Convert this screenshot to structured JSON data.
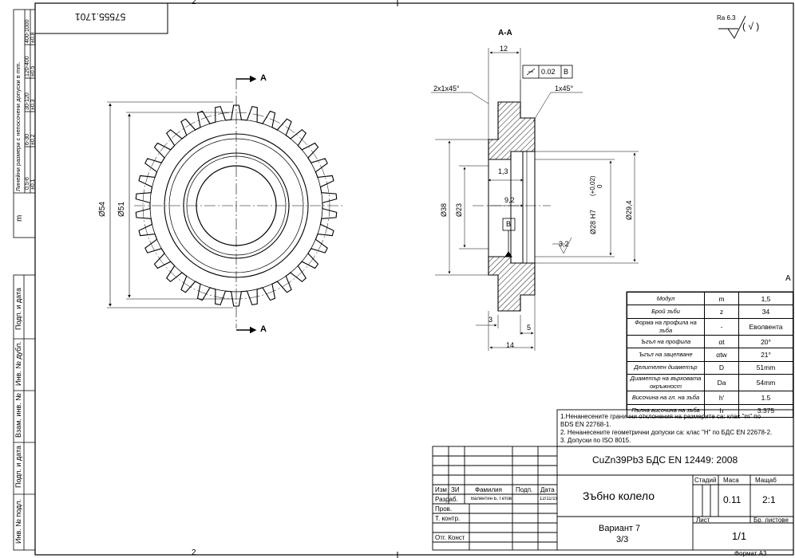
{
  "sheet": {
    "zone_marks": [
      "2",
      "2",
      "A"
    ],
    "format_label": "Формат А3",
    "doc_number": "57555.1701",
    "surface_finish": {
      "ra_label": "Ra 6.3",
      "paren": "( √ )"
    }
  },
  "left_strip": {
    "title": "Линейни размери с непосочени допуски в mm.",
    "class_letter": "m",
    "ranges": [
      "0,5-6",
      "6-30",
      "30-120",
      "120-400",
      "400-1000"
    ],
    "tolerances": [
      "±0,1",
      "±0,2",
      "±0,3",
      "±0,5",
      "±0,8"
    ],
    "labels": [
      "Подп. и дата",
      "Инв. № дубл.",
      "Взам. инв. №",
      "Подп. и дата",
      "Инв. № подл."
    ]
  },
  "front_view": {
    "section_letter_top": "A",
    "section_letter_bottom": "A",
    "dim_outer": "Ø54",
    "dim_pitch": "Ø51"
  },
  "section_view": {
    "title": "A-A",
    "dims": {
      "width_top": "12",
      "chamfer_left": "2x1x45°",
      "chamfer_right": "1x45°",
      "bore_step": "1,3",
      "offset": "9,2",
      "hub_dia": "Ø38",
      "inner_dia": "Ø23",
      "bore": "Ø28 H7",
      "bore_tol_upper": "(+0,02)",
      "bore_tol_lower": "0",
      "root_dia": "Ø29,4",
      "roughness": "3,2",
      "w3": "3",
      "w5": "5",
      "w14": "14"
    },
    "runout": {
      "value": "0.02",
      "datum": "B"
    },
    "datum_label": "B"
  },
  "gear_params": {
    "rows": [
      {
        "name": "Модул",
        "symbol": "m",
        "value": "1,5"
      },
      {
        "name": "Брой зъби",
        "symbol": "z",
        "value": "34"
      },
      {
        "name": "Форма на профила на зъба",
        "symbol": "-",
        "value": "Еволвента"
      },
      {
        "name": "Ъгъл на профила",
        "symbol": "αt",
        "value": "20°"
      },
      {
        "name": "Ъгъл на зацепване",
        "symbol": "αtw",
        "value": "21°"
      },
      {
        "name": "Делителен диаметър",
        "symbol": "D",
        "value": "51mm"
      },
      {
        "name": "Диаметър на върховата окръжност",
        "symbol": "Da",
        "value": "54mm"
      },
      {
        "name": "Височина на гл. на зъба",
        "symbol": "h'",
        "value": "1.5"
      },
      {
        "name": "Пълна височина на зъба",
        "symbol": "h",
        "value": "3.375"
      }
    ]
  },
  "notes": [
    "1.Ненанесените гранични отклонения на размерите са: клас \"m\" по",
    "BDS EN 22768-1.",
    "2. Ненанесените геометрични допуски са: клас \"H\" по БДС EN 22678-2.",
    "3. Допуски по ISO 8015."
  ],
  "title_block": {
    "material": "CuZn39Pb3 БДС EN 12449: 2008",
    "part_name": "Зъбно колело",
    "variant_line1": "Вариант 7",
    "variant_line2": "3/3",
    "headers": [
      "Изм",
      "ЗИ",
      "Фамилия",
      "Подп.",
      "Дата"
    ],
    "roles": [
      "Разраб.",
      "Пров.",
      "Т. контр.",
      "",
      "Отг. Конст"
    ],
    "designer": "Валентин Б. Гетов",
    "date": "12/11/19",
    "stage_label": "Стадий",
    "mass_label": "Маса",
    "scale_label": "Мащаб",
    "mass": "0.11",
    "scale": "2:1",
    "sheet_label": "Лист",
    "sheets_label": "Бр. листове",
    "sheet_no": "1/1"
  }
}
